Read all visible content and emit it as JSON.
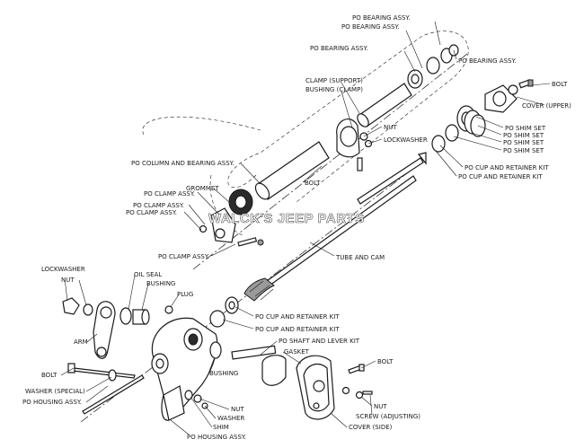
{
  "watermark": "WALCK'S JEEP PARTS",
  "labels": {
    "bearing_assy_top1": "PO BEARING ASSY.",
    "bearing_assy_top2": "PO BEARING ASSY.",
    "bearing_assy_left": "PO BEARING ASSY.",
    "bearing_assy_right": "PO BEARING ASSY.",
    "bolt_top": "BOLT",
    "cover_upper": "COVER (UPPER)",
    "clamp_support": "CLAMP (SUPPORT)",
    "bushing_clamp": "BUSHING (CLAMP)",
    "nut_top": "NUT",
    "lockwasher_top": "LOCKWASHER",
    "shim_set_1": "PO SHIM SET",
    "shim_set_2": "PO SHIM SET",
    "shim_set_3": "PO SHIM SET",
    "shim_set_4": "PO SHIM SET",
    "cup_retainer_1": "PO CUP AND RETAINER KIT",
    "cup_retainer_2": "PO CUP AND RETAINER KIT",
    "column_bearing": "PO COLUMN AND BEARING ASSY.",
    "bolt_mid": "BOLT",
    "grommet": "GROMMET",
    "clamp_assy_1": "PO CLAMP ASSY.",
    "clamp_assy_2": "PO CLAMP ASSY.",
    "clamp_assy_3": "PO CLAMP ASSY.",
    "clamp_assy_4": "PO CLAMP ASSY.",
    "tube_cam": "TUBE AND CAM",
    "lockwasher_left": "LOCKWASHER",
    "nut_left": "NUT",
    "oil_seal": "OIL SEAL",
    "bushing_left": "BUSHING",
    "plug": "PLUG",
    "cup_retainer_3": "PO CUP AND RETAINER KIT",
    "cup_retainer_4": "PO CUP AND RETAINER KIT",
    "shaft_lever": "PO SHAFT AND LEVER KIT",
    "gasket": "GASKET",
    "arm": "ARM",
    "bolt_right": "BOLT",
    "bolt_left": "BOLT",
    "bushing_bottom": "BUSHING",
    "washer_special": "WASHER (SPECIAL)",
    "housing_assy_1": "PO HOUSING ASSY.",
    "housing_assy_2": "PO HOUSING ASSY.",
    "nut_bottom_mid": "NUT",
    "washer_bottom": "WASHER",
    "shim": "SHIM",
    "nut_bottom_right": "NUT",
    "screw_adjusting": "SCREW (ADJUSTING)",
    "cover_side": "COVER (SIDE)"
  }
}
